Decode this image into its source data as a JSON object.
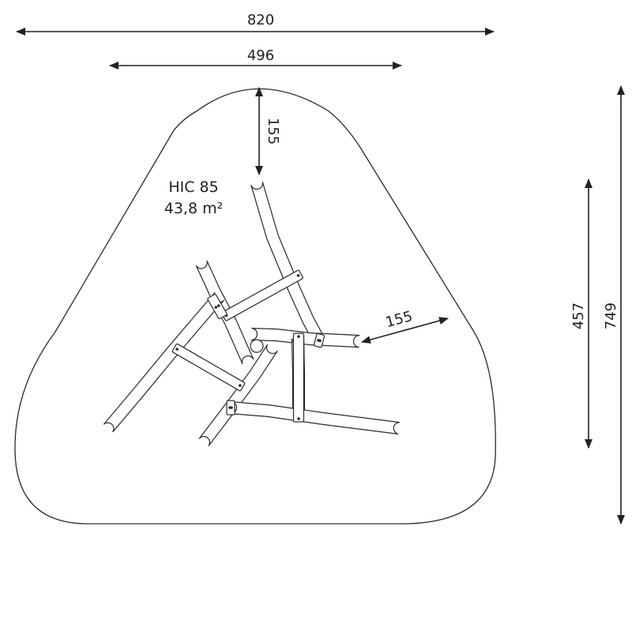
{
  "dimensions": {
    "overall_width": "820",
    "inner_width": "496",
    "top_clearance": "155",
    "side_clearance": "155",
    "inner_height": "457",
    "overall_height": "749"
  },
  "surface": {
    "material": "HIC 85",
    "area": "43,8 m²"
  },
  "colors": {
    "line": "#222222",
    "background": "#ffffff"
  }
}
